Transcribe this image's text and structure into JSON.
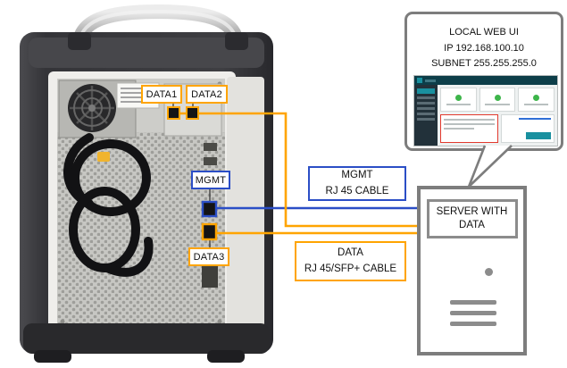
{
  "device": {
    "ports": {
      "data1": {
        "label": "DATA1"
      },
      "data2": {
        "label": "DATA2"
      },
      "mgmt": {
        "label": "MGMT"
      },
      "data3": {
        "label": "DATA3"
      }
    }
  },
  "callout": {
    "title": "LOCAL WEB UI",
    "ip": "IP 192.168.100.10",
    "subnet": "SUBNET 255.255.255.0"
  },
  "cables": {
    "mgmt": {
      "name": "MGMT",
      "type": "RJ 45 CABLE"
    },
    "data": {
      "name": "DATA",
      "type": "RJ 45/SFP+ CABLE"
    }
  },
  "server": {
    "label": "SERVER WITH DATA"
  },
  "colors": {
    "orange": "#FFA400",
    "blue": "#2B4EC6",
    "gray": "#7D7D7D",
    "red": "#E23A2E",
    "teal": "#19909F",
    "green": "#3DB54A"
  }
}
